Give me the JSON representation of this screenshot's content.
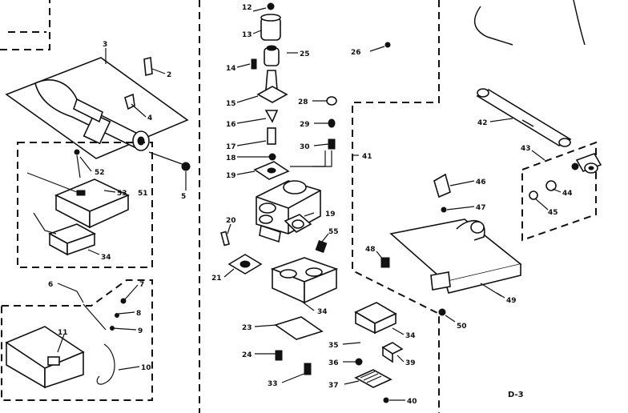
{
  "diagram": {
    "sheet_label": "D-3",
    "callouts": [
      "12",
      "13",
      "25",
      "26",
      "14",
      "15",
      "28",
      "16",
      "29",
      "17",
      "30",
      "18",
      "41",
      "19",
      "42",
      "43",
      "44",
      "45",
      "46",
      "47",
      "2",
      "3",
      "4",
      "5",
      "52",
      "51",
      "53",
      "34",
      "20",
      "55",
      "48",
      "21",
      "49",
      "50",
      "6",
      "7",
      "8",
      "9",
      "11",
      "10",
      "23",
      "33",
      "24",
      "35",
      "36",
      "37",
      "39",
      "40"
    ]
  }
}
